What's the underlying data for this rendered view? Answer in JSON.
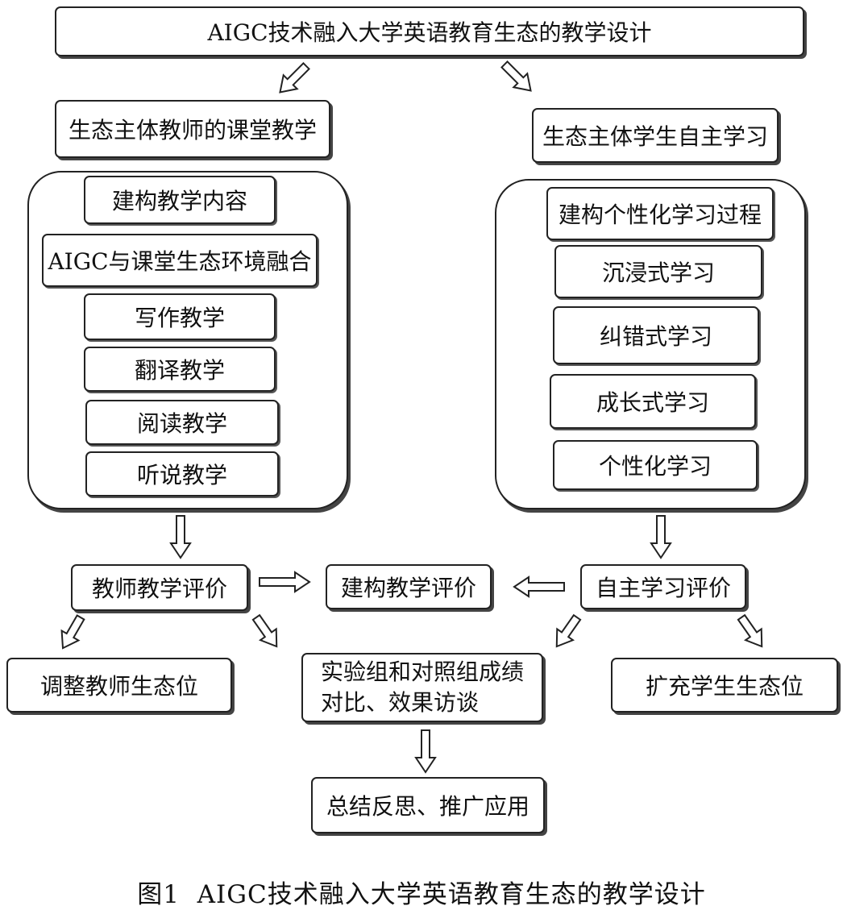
{
  "title": "AIGC技术融入大学英语教育生态的教学设计",
  "teacher": {
    "header": "生态主体教师的课堂教学",
    "items": [
      "建构教学内容",
      "AIGC与课堂生态环境融合",
      "写作教学",
      "翻译教学",
      "阅读教学",
      "听说教学"
    ],
    "evaluation": "教师教学评价",
    "adjust": "调整教师生态位"
  },
  "student": {
    "header": "生态主体学生自主学习",
    "items": [
      "建构个性化学习过程",
      "沉浸式学习",
      "纠错式学习",
      "成长式学习",
      "个性化学习"
    ],
    "evaluation": "自主学习评价",
    "expand": "扩充学生生态位"
  },
  "center": {
    "evaluation": "建构教学评价",
    "experiment_line1": "实验组和对照组成绩",
    "experiment_line2": "对比、效果访谈",
    "summary": "总结反思、推广应用"
  },
  "caption": "图1  AIGC技术融入大学英语教育生态的教学设计"
}
